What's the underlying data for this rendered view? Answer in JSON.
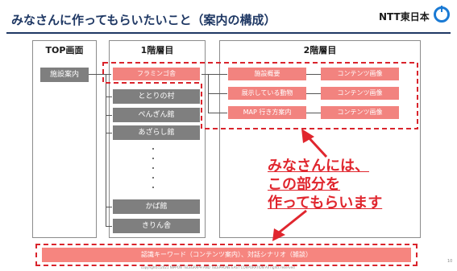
{
  "header": {
    "title": "みなさんに作ってもらいたいこと（案内の構成）",
    "brand": "NTT東日本"
  },
  "columns": {
    "top": "TOP画面",
    "level1": "1階層目",
    "level2": "2階層目"
  },
  "top_item": "施設案内",
  "level1_items": [
    "フラミンゴ舎",
    "ととりの村",
    "ぺんぎん館",
    "あざらし館",
    "かば館",
    "きりん舎"
  ],
  "level2_items": [
    {
      "label": "施設概要",
      "content": "コンテンツ画像"
    },
    {
      "label": "展示している動物",
      "content": "コンテンツ画像"
    },
    {
      "label": "MAP 行き方案内",
      "content": "コンテンツ画像"
    }
  ],
  "callout": [
    "みなさんには、",
    "この部分を",
    "作ってもらいます"
  ],
  "footer_bar": "認識キーワード（コンテンツ案内）、対話シナリオ（雑談）",
  "copyright": "copyright(c)2021 NIPPON TELEGRAPH AND TELEPHONE EAST CORPORATION All rights reserved",
  "page_number": "10",
  "colors": {
    "accent_red": "#e0262e",
    "box_red": "#f2837f",
    "box_gray": "#7f7f7f",
    "title_navy": "#1f3864",
    "brand_blue": "#1a7ad4"
  }
}
